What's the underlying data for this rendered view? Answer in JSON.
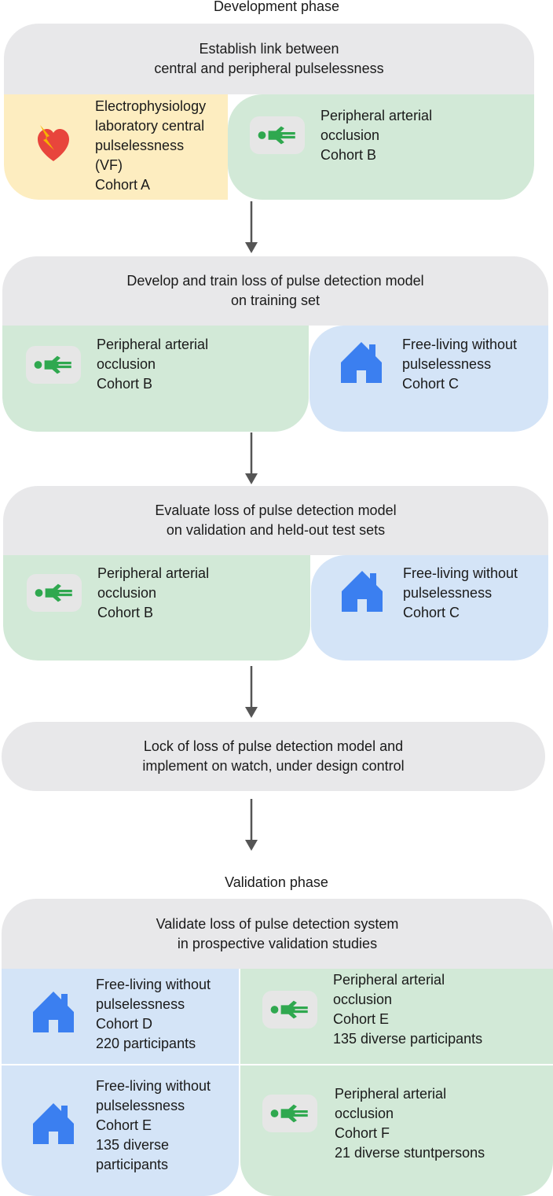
{
  "development_label": "Development phase",
  "validation_label": "Validation phase",
  "block1": {
    "title": [
      "Establish link between",
      "central and peripheral pulselessness"
    ],
    "left": [
      "Electrophysiology",
      "laboratory central",
      "pulselessness",
      "(VF)",
      "Cohort A"
    ],
    "right": [
      "Peripheral arterial",
      "occlusion",
      "Cohort B"
    ]
  },
  "block2": {
    "title": [
      "Develop and train loss of pulse detection model",
      "on training set"
    ],
    "left": [
      "Peripheral arterial",
      "occlusion",
      "Cohort B"
    ],
    "right": [
      "Free-living without",
      "pulselessness",
      "Cohort C"
    ]
  },
  "block3": {
    "title": [
      "Evaluate loss of pulse detection model",
      "on validation and held-out test sets"
    ],
    "left": [
      "Peripheral arterial",
      "occlusion",
      "Cohort B"
    ],
    "right": [
      "Free-living without",
      "pulselessness",
      "Cohort C"
    ]
  },
  "block4": {
    "title": [
      "Lock of loss of pulse detection model and",
      "implement on watch, under design control"
    ]
  },
  "block5": {
    "title": [
      "Validate loss of pulse detection system",
      "in prospective validation studies"
    ],
    "top_left": [
      "Free-living without",
      "pulselessness",
      "Cohort D",
      "220 participants"
    ],
    "top_right": [
      "Peripheral arterial",
      "occlusion",
      "Cohort E",
      "135 diverse participants"
    ],
    "bottom_left": [
      "Free-living without",
      "pulselessness",
      "Cohort E",
      "135 diverse",
      "participants"
    ],
    "bottom_right": [
      "Peripheral arterial",
      "occlusion",
      "Cohort F",
      "21 diverse stuntpersons"
    ]
  },
  "colors": {
    "green_icon": "#2fa84f",
    "blue_icon": "#3b7ff0",
    "heart_red": "#e8453c",
    "bolt_yellow": "#f6b400"
  }
}
